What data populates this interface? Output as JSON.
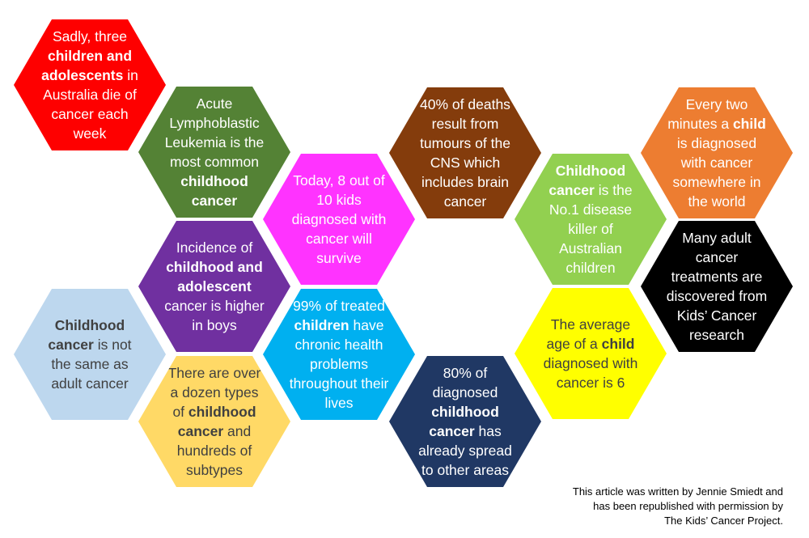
{
  "hexagons": [
    {
      "id": "red",
      "color": "#fe0000",
      "dark_text": false,
      "parts": [
        {
          "t": "Sadly, three ",
          "b": false
        },
        {
          "t": "children and adolescents",
          "b": true
        },
        {
          "t": " in Australia die of cancer each week",
          "b": false
        }
      ]
    },
    {
      "id": "olive-green",
      "color": "#548235",
      "dark_text": false,
      "parts": [
        {
          "t": "Acute Lymphoblastic Leukemia is the most common ",
          "b": false
        },
        {
          "t": "childhood cancer",
          "b": true
        }
      ]
    },
    {
      "id": "magenta",
      "color": "#ff33ff",
      "dark_text": false,
      "parts": [
        {
          "t": "Today, 8 out of 10 kids diagnosed with cancer will survive",
          "b": false
        }
      ]
    },
    {
      "id": "brown",
      "color": "#843c0c",
      "dark_text": false,
      "parts": [
        {
          "t": "40% of deaths result from tumours of the CNS which includes brain cancer",
          "b": false
        }
      ]
    },
    {
      "id": "light-green",
      "color": "#92d050",
      "dark_text": false,
      "parts": [
        {
          "t": "Childhood cancer",
          "b": true
        },
        {
          "t": " is the No.1 disease killer of Australian children",
          "b": false
        }
      ]
    },
    {
      "id": "orange",
      "color": "#ed7d31",
      "dark_text": false,
      "parts": [
        {
          "t": "Every two minutes a ",
          "b": false
        },
        {
          "t": "child",
          "b": true
        },
        {
          "t": " is diagnosed with cancer somewhere in the world",
          "b": false
        }
      ]
    },
    {
      "id": "purple",
      "color": "#7030a0",
      "dark_text": false,
      "parts": [
        {
          "t": "Incidence of ",
          "b": false
        },
        {
          "t": "childhood and adolescent",
          "b": true
        },
        {
          "t": " cancer is higher in boys",
          "b": false
        }
      ]
    },
    {
      "id": "black",
      "color": "#000000",
      "dark_text": false,
      "parts": [
        {
          "t": "Many adult cancer treatments are discovered from Kids’ Cancer research",
          "b": false
        }
      ]
    },
    {
      "id": "light-blue",
      "color": "#bdd7ee",
      "dark_text": true,
      "parts": [
        {
          "t": "Childhood cancer",
          "b": true
        },
        {
          "t": " is not the same as adult cancer",
          "b": false
        }
      ]
    },
    {
      "id": "cyan",
      "color": "#00b0f0",
      "dark_text": false,
      "parts": [
        {
          "t": "99% of treated ",
          "b": false
        },
        {
          "t": "children",
          "b": true
        },
        {
          "t": " have chronic health problems throughout their lives",
          "b": false
        }
      ]
    },
    {
      "id": "yellow",
      "color": "#ffff00",
      "dark_text": true,
      "parts": [
        {
          "t": "The average age of a ",
          "b": false
        },
        {
          "t": "child",
          "b": true
        },
        {
          "t": " diagnosed with cancer is 6",
          "b": false
        }
      ]
    },
    {
      "id": "pale-yellow",
      "color": "#ffd966",
      "dark_text": true,
      "parts": [
        {
          "t": "There are over a dozen types of ",
          "b": false
        },
        {
          "t": "childhood cancer",
          "b": true
        },
        {
          "t": " and hundreds of subtypes",
          "b": false
        }
      ]
    },
    {
      "id": "navy",
      "color": "#203864",
      "dark_text": false,
      "parts": [
        {
          "t": "80% of diagnosed ",
          "b": false
        },
        {
          "t": "childhood cancer",
          "b": true
        },
        {
          "t": " has already spread to other areas",
          "b": false
        }
      ]
    }
  ],
  "credit": {
    "line1": "This article was written by Jennie Smiedt and",
    "line2": "has been republished with permission by",
    "line3": "The Kids’ Cancer Project."
  }
}
